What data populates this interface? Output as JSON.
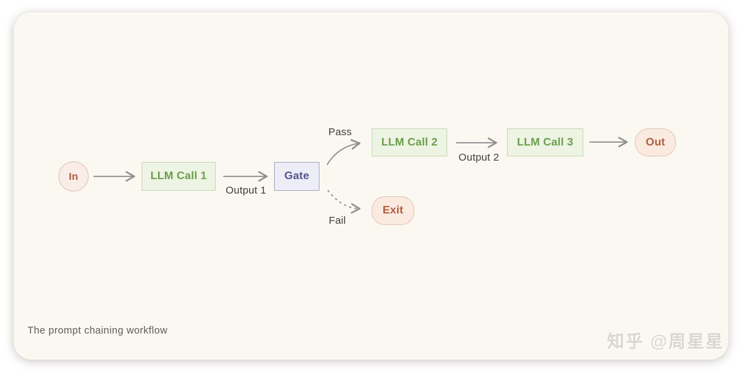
{
  "caption": "The prompt chaining workflow",
  "watermark": "知乎 @周星星",
  "nodes": {
    "in": {
      "label": "In",
      "shape": "circle"
    },
    "llm1": {
      "label": "LLM Call 1",
      "shape": "rect"
    },
    "gate": {
      "label": "Gate",
      "shape": "rect"
    },
    "llm2": {
      "label": "LLM Call 2",
      "shape": "rect"
    },
    "llm3": {
      "label": "LLM Call 3",
      "shape": "rect"
    },
    "out": {
      "label": "Out",
      "shape": "pill"
    },
    "exit": {
      "label": "Exit",
      "shape": "pill"
    }
  },
  "edges": [
    {
      "from": "in",
      "to": "llm1",
      "style": "solid",
      "label": ""
    },
    {
      "from": "llm1",
      "to": "gate",
      "style": "solid",
      "label": "Output 1"
    },
    {
      "from": "gate",
      "to": "llm2",
      "style": "solid-curve",
      "label": "Pass"
    },
    {
      "from": "llm2",
      "to": "llm3",
      "style": "solid",
      "label": "Output 2"
    },
    {
      "from": "llm3",
      "to": "out",
      "style": "solid",
      "label": ""
    },
    {
      "from": "gate",
      "to": "exit",
      "style": "dashed-curve",
      "label": "Fail"
    }
  ],
  "colors": {
    "page_background": "#FFFFFF",
    "card_background": "#FBF8F1",
    "llm_node_fill": "#EDF4E3",
    "llm_node_border": "#C8D8B6",
    "llm_node_text": "#6B9E4C",
    "gate_node_fill": "#EDEDF7",
    "gate_node_border": "#A9A9C4",
    "gate_node_text": "#55558C",
    "in_node_fill": "#FAEDE8",
    "in_node_border": "#DEBFB4",
    "in_node_text": "#AD5C47",
    "terminal_node_fill": "#FAEAE0",
    "terminal_node_border": "#E1C6B8",
    "terminal_node_text": "#B35E3D",
    "arrow": "#8F8F8F",
    "edge_label_text": "#3D3D3D",
    "caption_text": "#5B5B57",
    "watermark_text": "#D9D7D0"
  }
}
